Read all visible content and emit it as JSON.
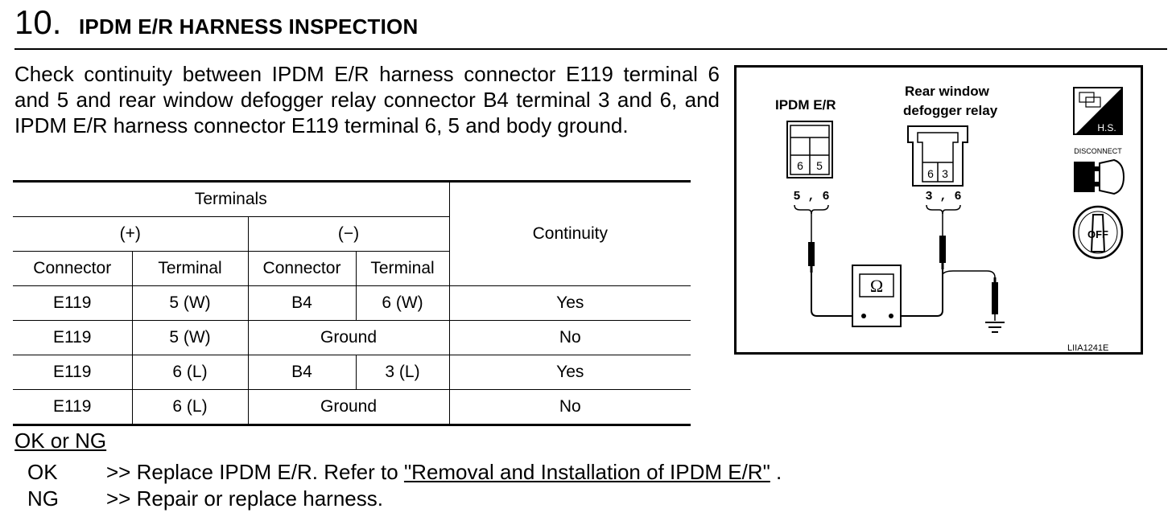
{
  "header": {
    "step_number": "10.",
    "title": "IPDM E/R HARNESS INSPECTION"
  },
  "instruction": "Check continuity between IPDM E/R harness connector E119 terminal 6 and 5 and rear window defogger relay connector B4 terminal 3 and 6, and IPDM E/R harness connector E119 terminal 6, 5 and body ground.",
  "table": {
    "group_header": "Terminals",
    "plus_label": "(+)",
    "minus_label": "(−)",
    "connector_label": "Connector",
    "terminal_label": "Terminal",
    "continuity_label": "Continuity",
    "rows": [
      {
        "plus_connector": "E119",
        "plus_terminal": "5 (W)",
        "minus_connector": "B4",
        "minus_terminal": "6 (W)",
        "continuity": "Yes"
      },
      {
        "plus_connector": "E119",
        "plus_terminal": "5 (W)",
        "minus_ground": "Ground",
        "continuity": "No"
      },
      {
        "plus_connector": "E119",
        "plus_terminal": "6 (L)",
        "minus_connector": "B4",
        "minus_terminal": "3 (L)",
        "continuity": "Yes"
      },
      {
        "plus_connector": "E119",
        "plus_terminal": "6 (L)",
        "minus_ground": "Ground",
        "continuity": "No"
      }
    ]
  },
  "result": {
    "title": "OK or NG",
    "ok_code": "OK",
    "ok_prefix": ">> Replace IPDM E/R. Refer to ",
    "ok_link": "\"Removal and Installation of IPDM E/R\"",
    "ok_suffix": " .",
    "ng_code": "NG",
    "ng_text": ">> Repair or replace harness."
  },
  "diagram": {
    "ipdm_label": "IPDM E/R",
    "relay_label_line1": "Rear window",
    "relay_label_line2": "defogger relay",
    "ipdm_pin_left": "6",
    "ipdm_pin_right": "5",
    "ipdm_terminals": "5 , 6",
    "relay_pin_left": "6",
    "relay_pin_right": "3",
    "relay_terminals": "3 , 6",
    "meter_symbol": "Ω",
    "hs_label": "H.S.",
    "disconnect_label": "DISCONNECT",
    "off_label": "OFF",
    "figure_code": "LIIA1241E"
  }
}
